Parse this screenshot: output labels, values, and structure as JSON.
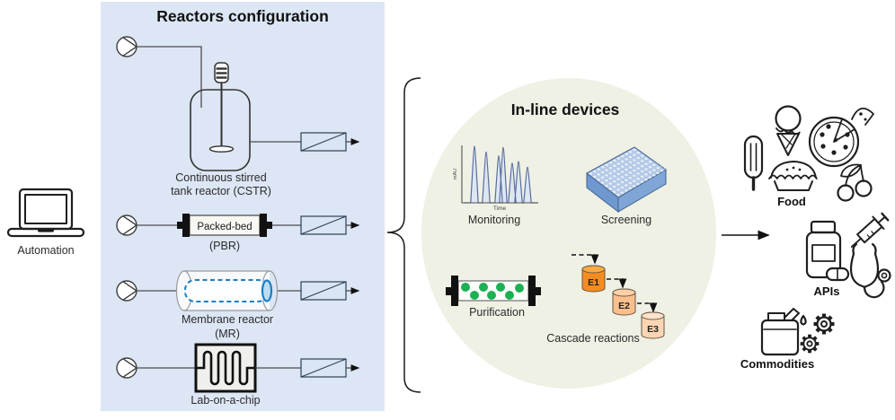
{
  "automation": {
    "label": "Automation",
    "icon": "laptop-icon"
  },
  "reactors_panel": {
    "title": "Reactors configuration",
    "reactors": [
      {
        "id": "cstr",
        "icon": "cstr-icon",
        "label1": "Continuous stirred",
        "label2": "tank reactor (CSTR)"
      },
      {
        "id": "pbr",
        "icon": "packed-bed-icon",
        "inner_label": "Packed-bed",
        "label": "(PBR)"
      },
      {
        "id": "mr",
        "icon": "membrane-reactor-icon",
        "label1": "Membrane reactor",
        "label2": "(MR)"
      },
      {
        "id": "chip",
        "icon": "lab-on-a-chip-icon",
        "label": "Lab-on-a-chip"
      }
    ],
    "shared_icons": [
      "pump-icon",
      "back-pressure-regulator-icon",
      "flow-arrow-icon"
    ]
  },
  "inline_devices": {
    "title": "In-line devices",
    "monitoring": {
      "label": "Monitoring",
      "ylabel": "mAU",
      "xlabel": "Time",
      "icon": "chromatogram-icon"
    },
    "screening": {
      "label": "Screening",
      "icon": "well-plate-icon"
    },
    "purification": {
      "label": "Purification",
      "icon": "packed-column-icon"
    },
    "cascade": {
      "label": "Cascade reactions",
      "steps": [
        "E1",
        "E2",
        "E3"
      ],
      "icon": "enzyme-cascade-icon"
    }
  },
  "outputs": [
    {
      "label": "Food",
      "icons": [
        "popsicle-icon",
        "ice-cream-icon",
        "pizza-icon",
        "pie-icon",
        "cherries-icon"
      ]
    },
    {
      "label": "APIs",
      "icons": [
        "pill-bottle-icon",
        "capsule-icon",
        "syringe-icon",
        "stethoscope-icon"
      ]
    },
    {
      "label": "Commodities",
      "icons": [
        "jerry-can-icon",
        "oil-drop-icon",
        "gear-icon",
        "gear-icon"
      ]
    }
  ],
  "colors": {
    "panel_bg": "#dce6f4",
    "circle_bg": "#eef1e4",
    "bpr_fill": "#d9e5f2",
    "membrane_blue": "#1d7dc4",
    "bead_green": "#1db054",
    "plate_top": "#b3c9e7",
    "plate_side_left": "#6e98cf",
    "plate_side_right": "#7fa6d6",
    "cascade_colors": [
      "#f68c1e",
      "#fabf8d",
      "#fcd6b4"
    ],
    "line_color": "#4d4d4d"
  },
  "chart_data": {
    "type": "line",
    "title": "Monitoring",
    "xlabel": "Time",
    "ylabel": "mAU",
    "axis_note": "relative units, no tick labels shown",
    "peaks": [
      {
        "x": 0.165,
        "h": 1.0
      },
      {
        "x": 0.318,
        "h": 0.9
      },
      {
        "x": 0.482,
        "h": 0.83
      },
      {
        "x": 0.541,
        "h": 0.98
      },
      {
        "x": 0.659,
        "h": 0.7
      },
      {
        "x": 0.741,
        "h": 0.73
      },
      {
        "x": 0.859,
        "h": 0.63
      }
    ]
  }
}
